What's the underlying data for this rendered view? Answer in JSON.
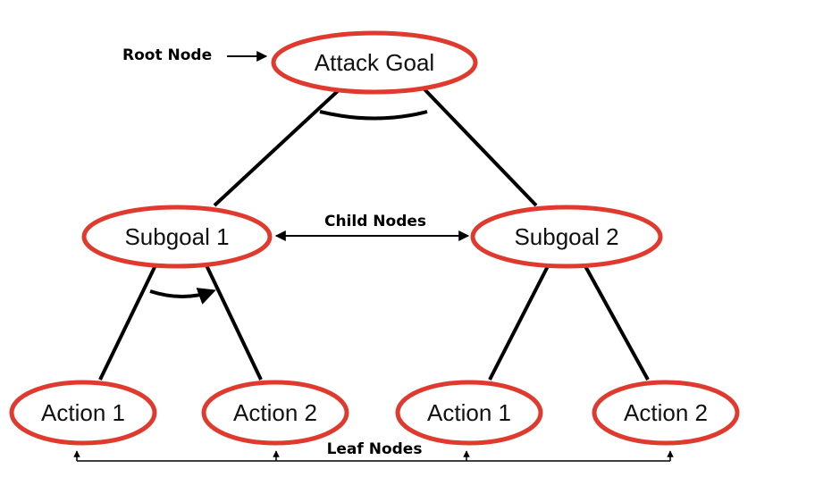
{
  "colors": {
    "node_stroke": "#e03a2e",
    "line": "#000000",
    "background": "#ffffff"
  },
  "nodes": {
    "root": {
      "label": "Attack Goal"
    },
    "subgoal_1": {
      "label": "Subgoal 1"
    },
    "subgoal_2": {
      "label": "Subgoal 2"
    },
    "action_1a": {
      "label": "Action 1"
    },
    "action_2a": {
      "label": "Action 2"
    },
    "action_1b": {
      "label": "Action 1"
    },
    "action_2b": {
      "label": "Action 2"
    }
  },
  "annotations": {
    "root_node": "Root Node",
    "child_nodes": "Child Nodes",
    "leaf_nodes": "Leaf Nodes"
  },
  "edges": [
    {
      "from": "root",
      "to": "subgoal_1"
    },
    {
      "from": "root",
      "to": "subgoal_2"
    },
    {
      "from": "subgoal_1",
      "to": "action_1a"
    },
    {
      "from": "subgoal_1",
      "to": "action_2a"
    },
    {
      "from": "subgoal_2",
      "to": "action_1b"
    },
    {
      "from": "subgoal_2",
      "to": "action_2b"
    }
  ]
}
